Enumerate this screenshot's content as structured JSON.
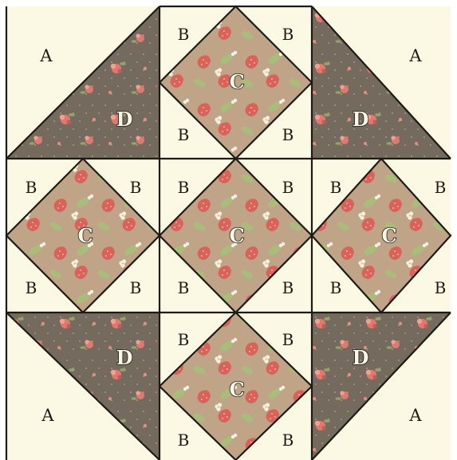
{
  "colors": {
    "cream": "#fbf9e4",
    "dark_print": "#756a5e",
    "tan_print": "#bfa487",
    "strawberry": "#d9625a",
    "leaf": "#a9bd7a",
    "blossom": "#f4f1e4",
    "seam": "#1e1a16"
  },
  "patches": {
    "corner_triangles": [
      {
        "label_a": "A",
        "label_d": "D"
      },
      {
        "label_a": "A",
        "label_d": "D"
      },
      {
        "label_a": "A",
        "label_d": "D"
      },
      {
        "label_a": "A",
        "label_d": "D"
      }
    ],
    "square_in_square": [
      {
        "label_c": "C",
        "labels_b": [
          "B",
          "B",
          "B",
          "B"
        ]
      },
      {
        "label_c": "C",
        "labels_b": [
          "B",
          "B",
          "B",
          "B"
        ]
      },
      {
        "label_c": "C",
        "labels_b": [
          "B",
          "B",
          "B",
          "B"
        ]
      },
      {
        "label_c": "C",
        "labels_b": [
          "B",
          "B",
          "B",
          "B"
        ]
      },
      {
        "label_c": "C",
        "labels_b": [
          "B",
          "B",
          "B",
          "B"
        ]
      }
    ]
  }
}
